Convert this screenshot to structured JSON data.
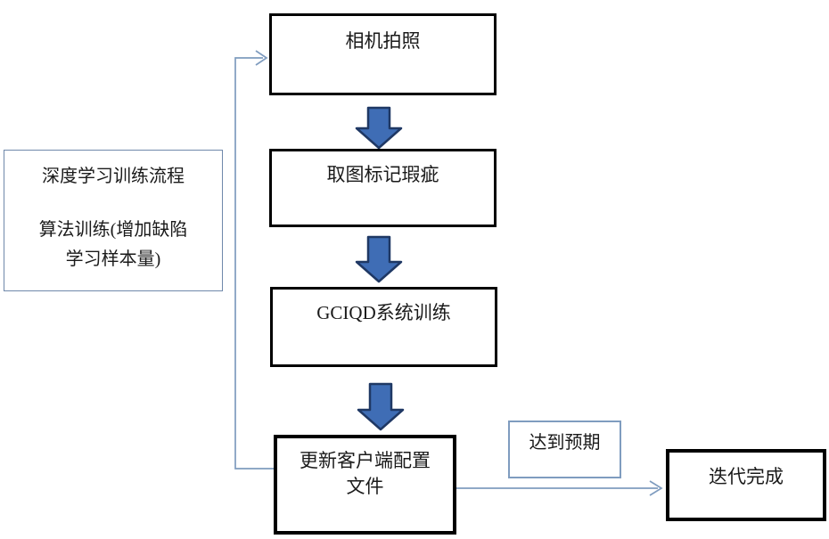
{
  "diagram": {
    "nodes": {
      "camera": {
        "label": "相机拍照"
      },
      "mark": {
        "label": "取图标记瑕疵"
      },
      "train": {
        "label": "GCIQD系统训练"
      },
      "update": {
        "line1": "更新客户端配置",
        "line2": "文件"
      },
      "expected": {
        "label": "达到预期"
      },
      "done": {
        "label": "迭代完成"
      }
    },
    "note": {
      "line1": "深度学习训练流程",
      "line2": "算法训练(增加缺陷",
      "line3": "学习样本量)"
    },
    "colors": {
      "block_arrow_fill": "#3f6db5",
      "block_arrow_stroke": "#1f3864",
      "connector_stroke": "#7f9cbf",
      "process_box_border": "#000000",
      "note_box_border": "#6f88aa",
      "label_box_border": "#7f9cbf",
      "text": "#1a1a1a",
      "background": "#ffffff"
    }
  }
}
